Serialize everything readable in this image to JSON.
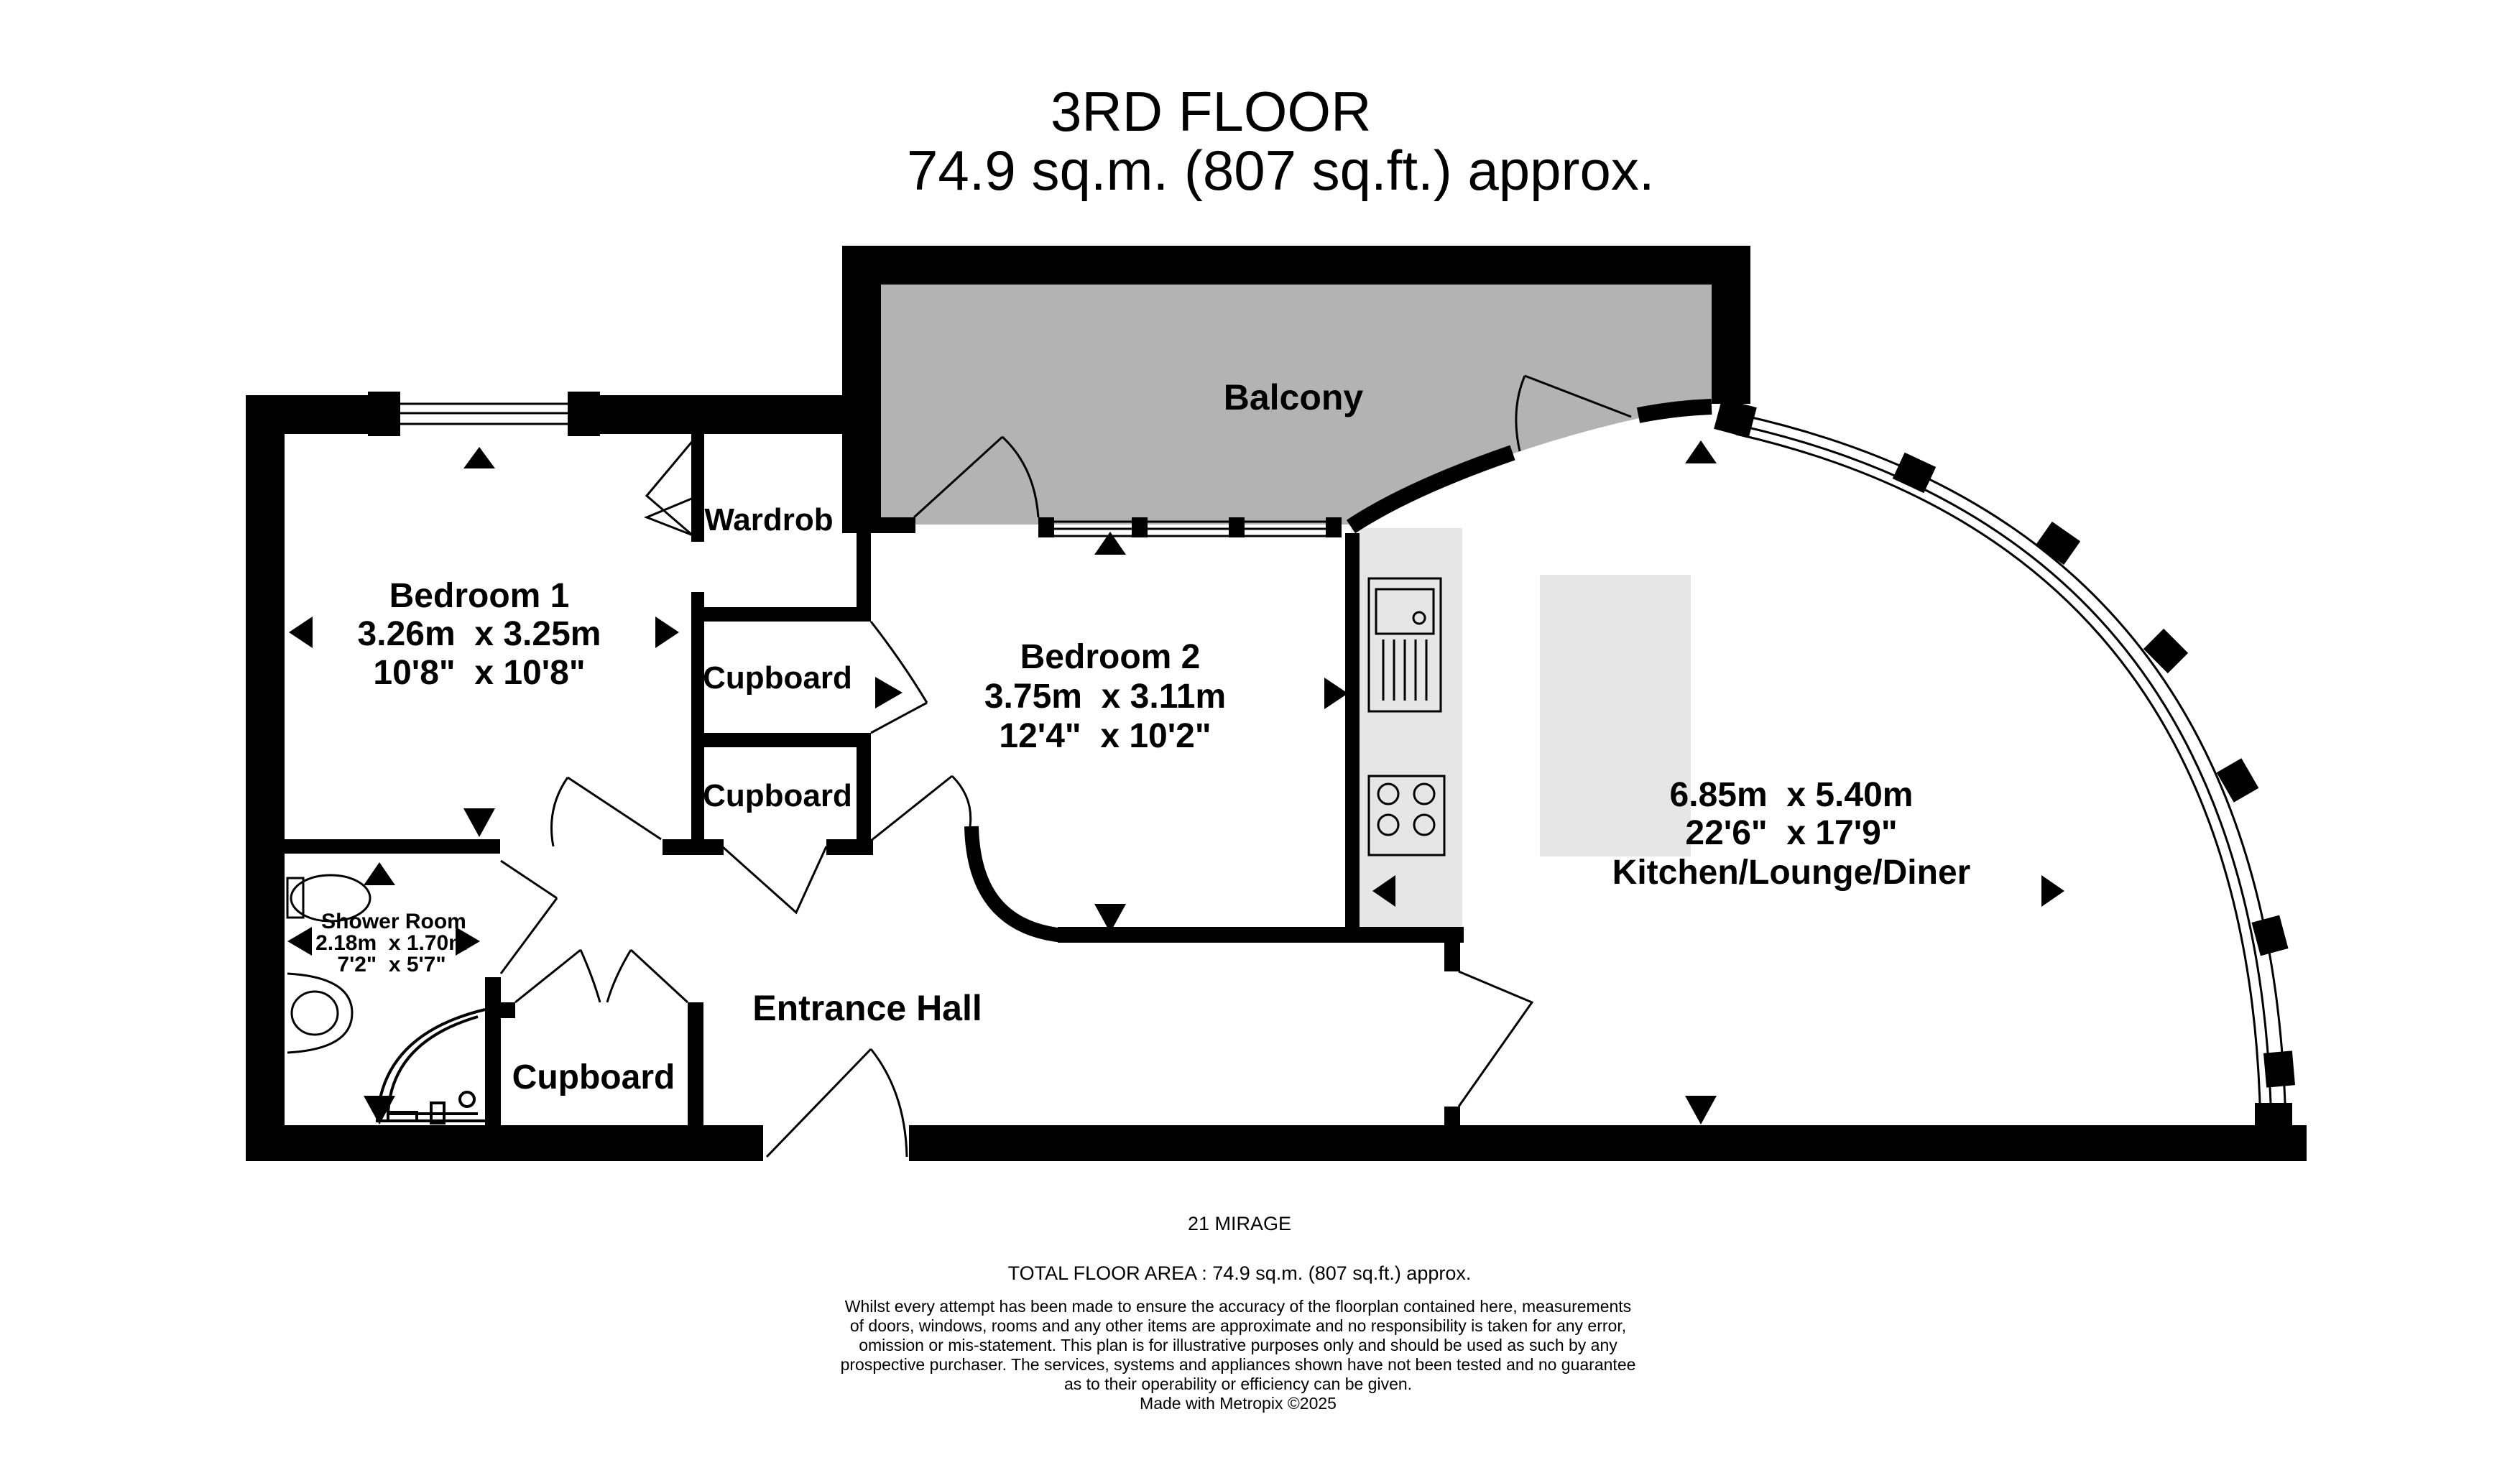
{
  "header": {
    "floor_title": "3RD FLOOR",
    "area_line": "74.9 sq.m. (807 sq.ft.) approx."
  },
  "rooms": {
    "balcony": {
      "name": "Balcony"
    },
    "bedroom1": {
      "name": "Bedroom 1",
      "metric": "3.26m  x 3.25m",
      "imperial": "10'8\"  x 10'8\""
    },
    "wardrobe": {
      "name": "Wardrob"
    },
    "cupboard_a": {
      "name": "Cupboard"
    },
    "cupboard_b": {
      "name": "Cupboard"
    },
    "bedroom2": {
      "name": "Bedroom 2",
      "metric": "3.75m  x 3.11m",
      "imperial": "12'4\"  x 10'2\""
    },
    "kitchen": {
      "metric": "6.85m  x 5.40m",
      "imperial": "22'6\"  x 17'9\"",
      "name": "Kitchen/Lounge/Diner"
    },
    "shower": {
      "name": "Shower Room",
      "metric": "2.18m  x 1.70m",
      "imperial": "7'2\"  x 5'7\""
    },
    "cupboard_c": {
      "name": "Cupboard"
    },
    "hall": {
      "name": "Entrance Hall"
    }
  },
  "footer": {
    "property_name": "21 MIRAGE",
    "total_area": "TOTAL FLOOR AREA : 74.9 sq.m. (807 sq.ft.) approx.",
    "disclaimer": "Whilst every attempt has been made to ensure the accuracy of the floorplan contained here, measurements\nof doors, windows, rooms and any other items are approximate and no responsibility is taken for any error,\nomission or mis-statement. This plan is for illustrative purposes only and should be used as such by any\nprospective purchaser. The services, systems and appliances shown have not been tested and no guarantee\nas to their operability or efficiency can be given.\nMade with Metropix ©2025"
  },
  "colors": {
    "wall": "#000000",
    "balcony_fill": "#b3b3b3",
    "worktop_fill": "#e6e6e6",
    "background": "#ffffff"
  }
}
